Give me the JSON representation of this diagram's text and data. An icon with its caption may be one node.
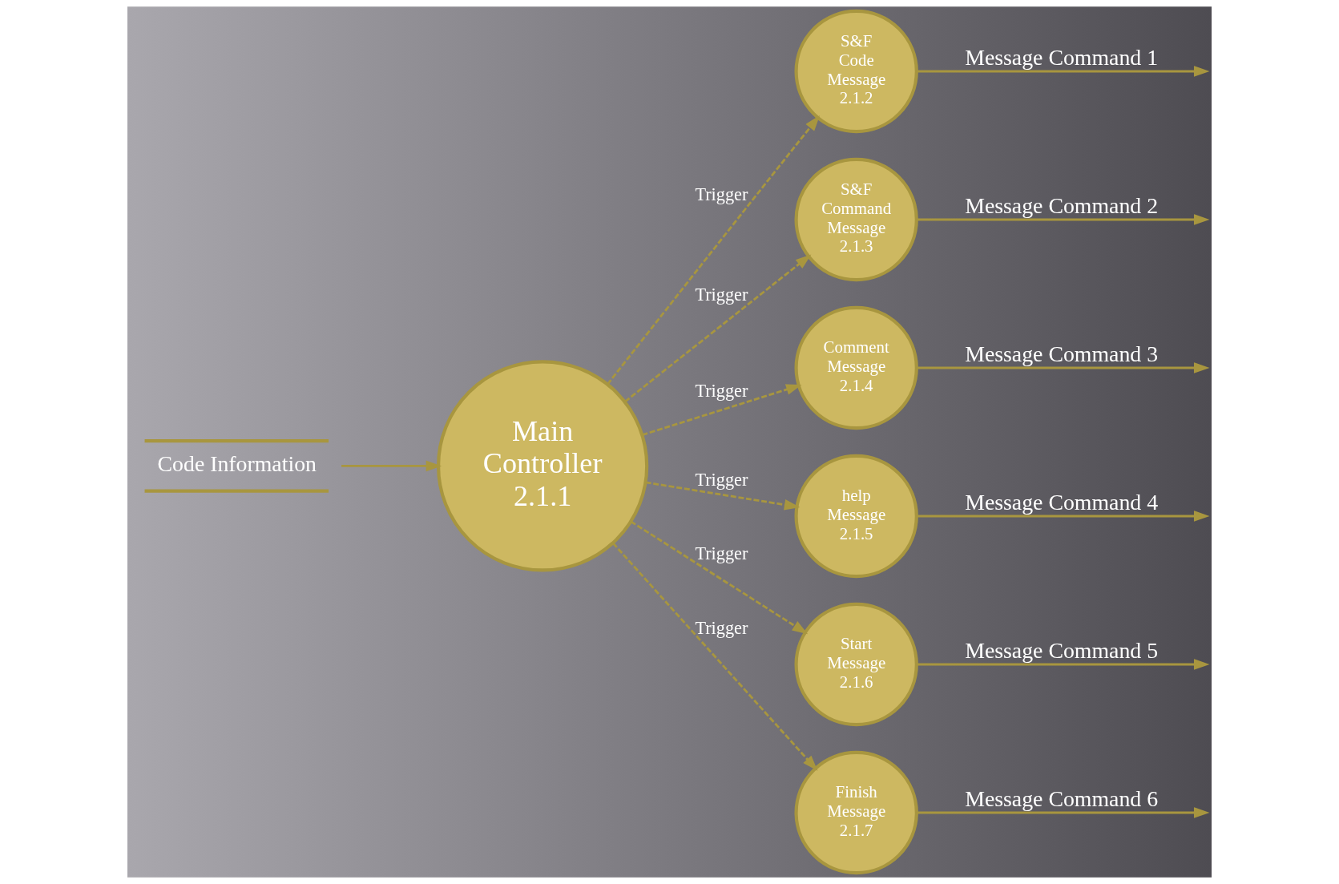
{
  "diagram": {
    "nodes": [
      {
        "text": [
          "Code Information"
        ]
      },
      {
        "text": [
          "Main Controller 2.1.1"
        ]
      },
      {
        "text": [
          "S&F Code Message 2.1.2"
        ]
      },
      {
        "text": [
          "S&F Command Message 2.1.3"
        ]
      },
      {
        "text": [
          "Comment Message 2.1.4"
        ]
      },
      {
        "text": [
          "help Message 2.1.5"
        ]
      },
      {
        "text": [
          "Start Message 2.1.6"
        ]
      },
      {
        "text": [
          "Finish Message 2.1.7"
        ]
      }
    ],
    "edges": [
      {
        "from": 0,
        "to": 1,
        "arrow": "to"
      },
      {
        "from": 1,
        "to": 2,
        "arrow": "to",
        "label": "Trigger",
        "style": "dashed"
      },
      {
        "from": 1,
        "to": 3,
        "arrow": "to",
        "label": "Trigger",
        "style": "dashed"
      },
      {
        "from": 1,
        "to": 4,
        "arrow": "to",
        "label": "Trigger",
        "style": "dashed"
      },
      {
        "from": 1,
        "to": 5,
        "arrow": "to",
        "label": "Trigger",
        "style": "dashed"
      },
      {
        "from": 1,
        "to": 6,
        "arrow": "to",
        "label": "Trigger",
        "style": "dashed"
      },
      {
        "from": 1,
        "to": 7,
        "arrow": "to",
        "label": "Trigger",
        "style": "dashed"
      },
      {
        "from": 2,
        "to": null,
        "arrow": "to",
        "label": "Message Command 1"
      },
      {
        "from": 3,
        "to": null,
        "arrow": "to",
        "label": "Message Command 2"
      },
      {
        "from": 4,
        "to": null,
        "arrow": "to",
        "label": "Message Command 3"
      },
      {
        "from": 5,
        "to": null,
        "arrow": "to",
        "label": "Message Command 4"
      },
      {
        "from": 6,
        "to": null,
        "arrow": "to",
        "label": "Message Command 5"
      },
      {
        "from": 7,
        "to": null,
        "arrow": "to",
        "label": "Message Command 6"
      }
    ]
  }
}
